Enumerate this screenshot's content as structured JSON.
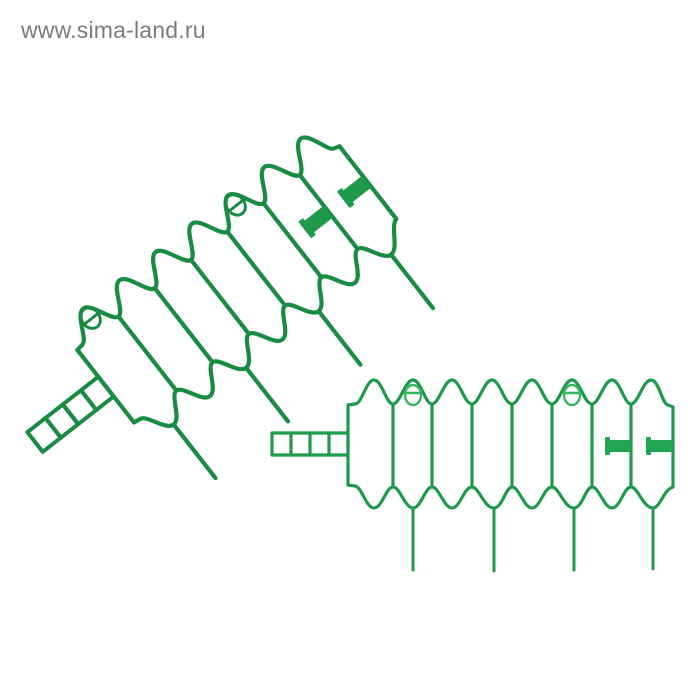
{
  "watermark": {
    "text": "www.sima-land.ru"
  },
  "product": {
    "description": "Two green plastic garden fence / border sections",
    "pieces": [
      {
        "name": "angled-fence-section",
        "clips": 2,
        "loops": 2,
        "stakes": 4,
        "ladder_cells": 4
      },
      {
        "name": "front-fence-section",
        "clips": 2,
        "loops": 2,
        "stakes": 4,
        "ladder_cells": 4
      }
    ],
    "colors": {
      "plastic": "#1e9a4a",
      "plastic_dark": "#137a37",
      "background": "#ffffff",
      "watermark": "#7b7b7b"
    }
  }
}
